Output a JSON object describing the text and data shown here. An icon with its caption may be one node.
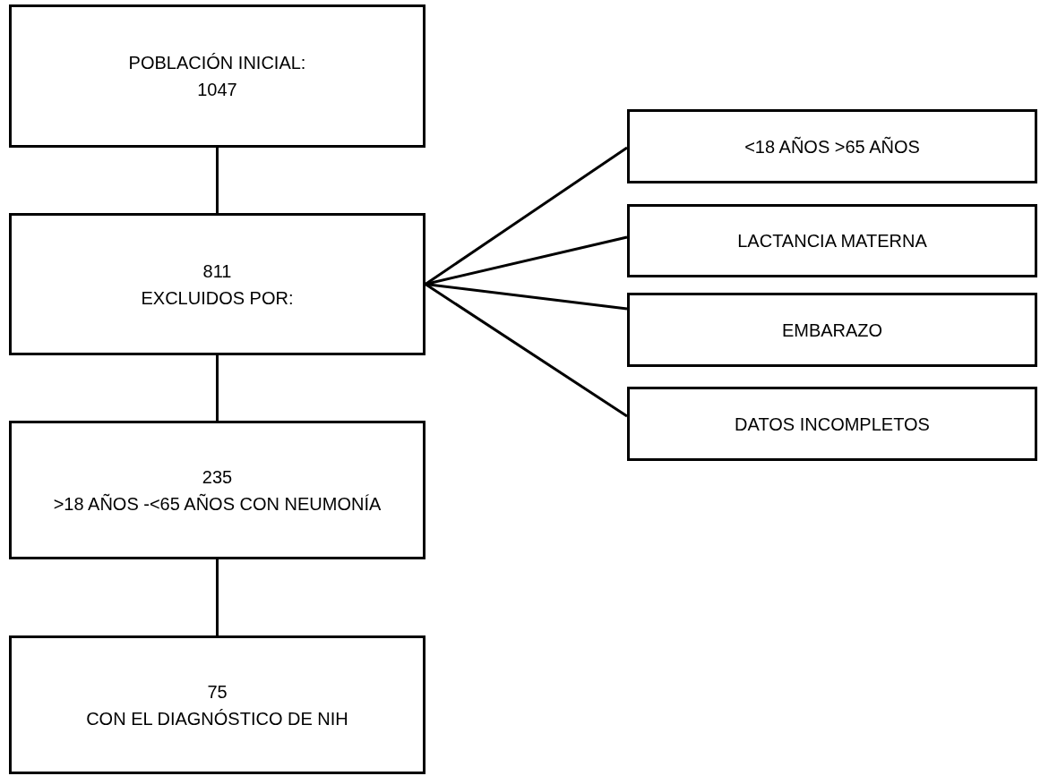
{
  "diagram": {
    "nodes": [
      {
        "text": [
          "POBLACIÓN INICIAL:",
          "1047"
        ]
      },
      {
        "text": [
          "811",
          "EXCLUIDOS POR:"
        ]
      },
      {
        "text": [
          "235",
          ">18 AÑOS -<65 AÑOS CON NEUMONÍA"
        ]
      },
      {
        "text": [
          "75",
          "CON EL DIAGNÓSTICO DE NIH"
        ]
      },
      {
        "text": [
          "<18 AÑOS >65 AÑOS"
        ]
      },
      {
        "text": [
          "LACTANCIA MATERNA"
        ]
      },
      {
        "text": [
          "EMBARAZO"
        ]
      },
      {
        "text": [
          "DATOS INCOMPLETOS"
        ]
      }
    ],
    "edges": [
      {
        "from": 0,
        "to": 1,
        "arrow": "none"
      },
      {
        "from": 1,
        "to": 2,
        "arrow": "none"
      },
      {
        "from": 2,
        "to": 3,
        "arrow": "none"
      },
      {
        "from": 1,
        "to": 4,
        "arrow": "none"
      },
      {
        "from": 1,
        "to": 5,
        "arrow": "none"
      },
      {
        "from": 1,
        "to": 6,
        "arrow": "none"
      },
      {
        "from": 1,
        "to": 7,
        "arrow": "none"
      }
    ]
  }
}
